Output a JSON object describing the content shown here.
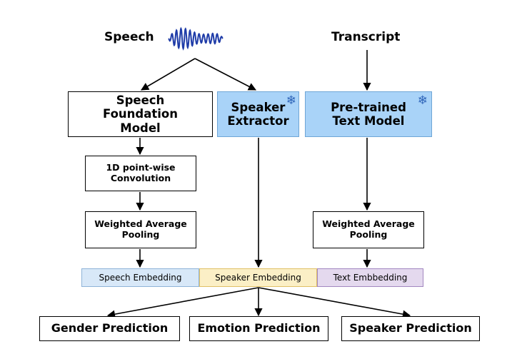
{
  "inputs": {
    "speech": "Speech",
    "transcript": "Transcript"
  },
  "boxes": {
    "speech_foundation": "Speech Foundation Model",
    "speaker_extractor": "Speaker Extractor",
    "text_model": "Pre-trained Text Model",
    "conv": "1D point-wise Convolution",
    "pool_speech": "Weighted Average Pooling",
    "pool_text": "Weighted Average Pooling"
  },
  "embeddings": {
    "speech": "Speech Embedding",
    "speaker": "Speaker Embedding",
    "text": "Text Embbedding"
  },
  "outputs": {
    "gender": "Gender Prediction",
    "emotion": "Emotion Prediction",
    "speaker": "Speaker Prediction"
  },
  "icons": {
    "waveform": "waveform-icon",
    "frozen": "snowflake-icon"
  },
  "colors": {
    "frozen_fill": "#a9d3f8",
    "speech_embedding": "#d8e8f8",
    "speaker_embedding": "#fbefc6",
    "text_embedding": "#e4d9ee"
  }
}
